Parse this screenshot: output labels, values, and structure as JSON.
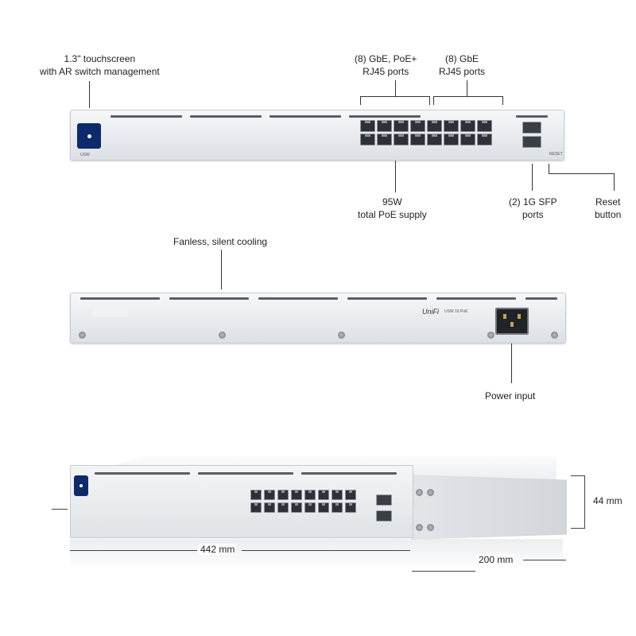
{
  "callouts": {
    "touchscreen": [
      "1.3\" touchscreen",
      "with AR switch management"
    ],
    "poe_ports": [
      "(8) GbE, PoE+",
      "RJ45 ports"
    ],
    "gbe_ports": [
      "(8) GbE",
      "RJ45 ports"
    ],
    "poe_supply": [
      "95W",
      "total PoE supply"
    ],
    "sfp_ports": [
      "(2) 1G SFP",
      "ports"
    ],
    "reset_button": [
      "Reset",
      "button"
    ],
    "fanless": [
      "Fanless, silent cooling"
    ],
    "power_input": [
      "Power input"
    ]
  },
  "device": {
    "screen_label": "USW",
    "brand": "UniFi",
    "model": "USW 16 PoE",
    "reset_label": "RESET"
  },
  "dimensions": {
    "width": "442 mm",
    "depth": "200 mm",
    "height": "44 mm"
  },
  "colors": {
    "chassis": "#e8eaee",
    "screen": "#0d2a6b",
    "port": "#2e3238"
  }
}
